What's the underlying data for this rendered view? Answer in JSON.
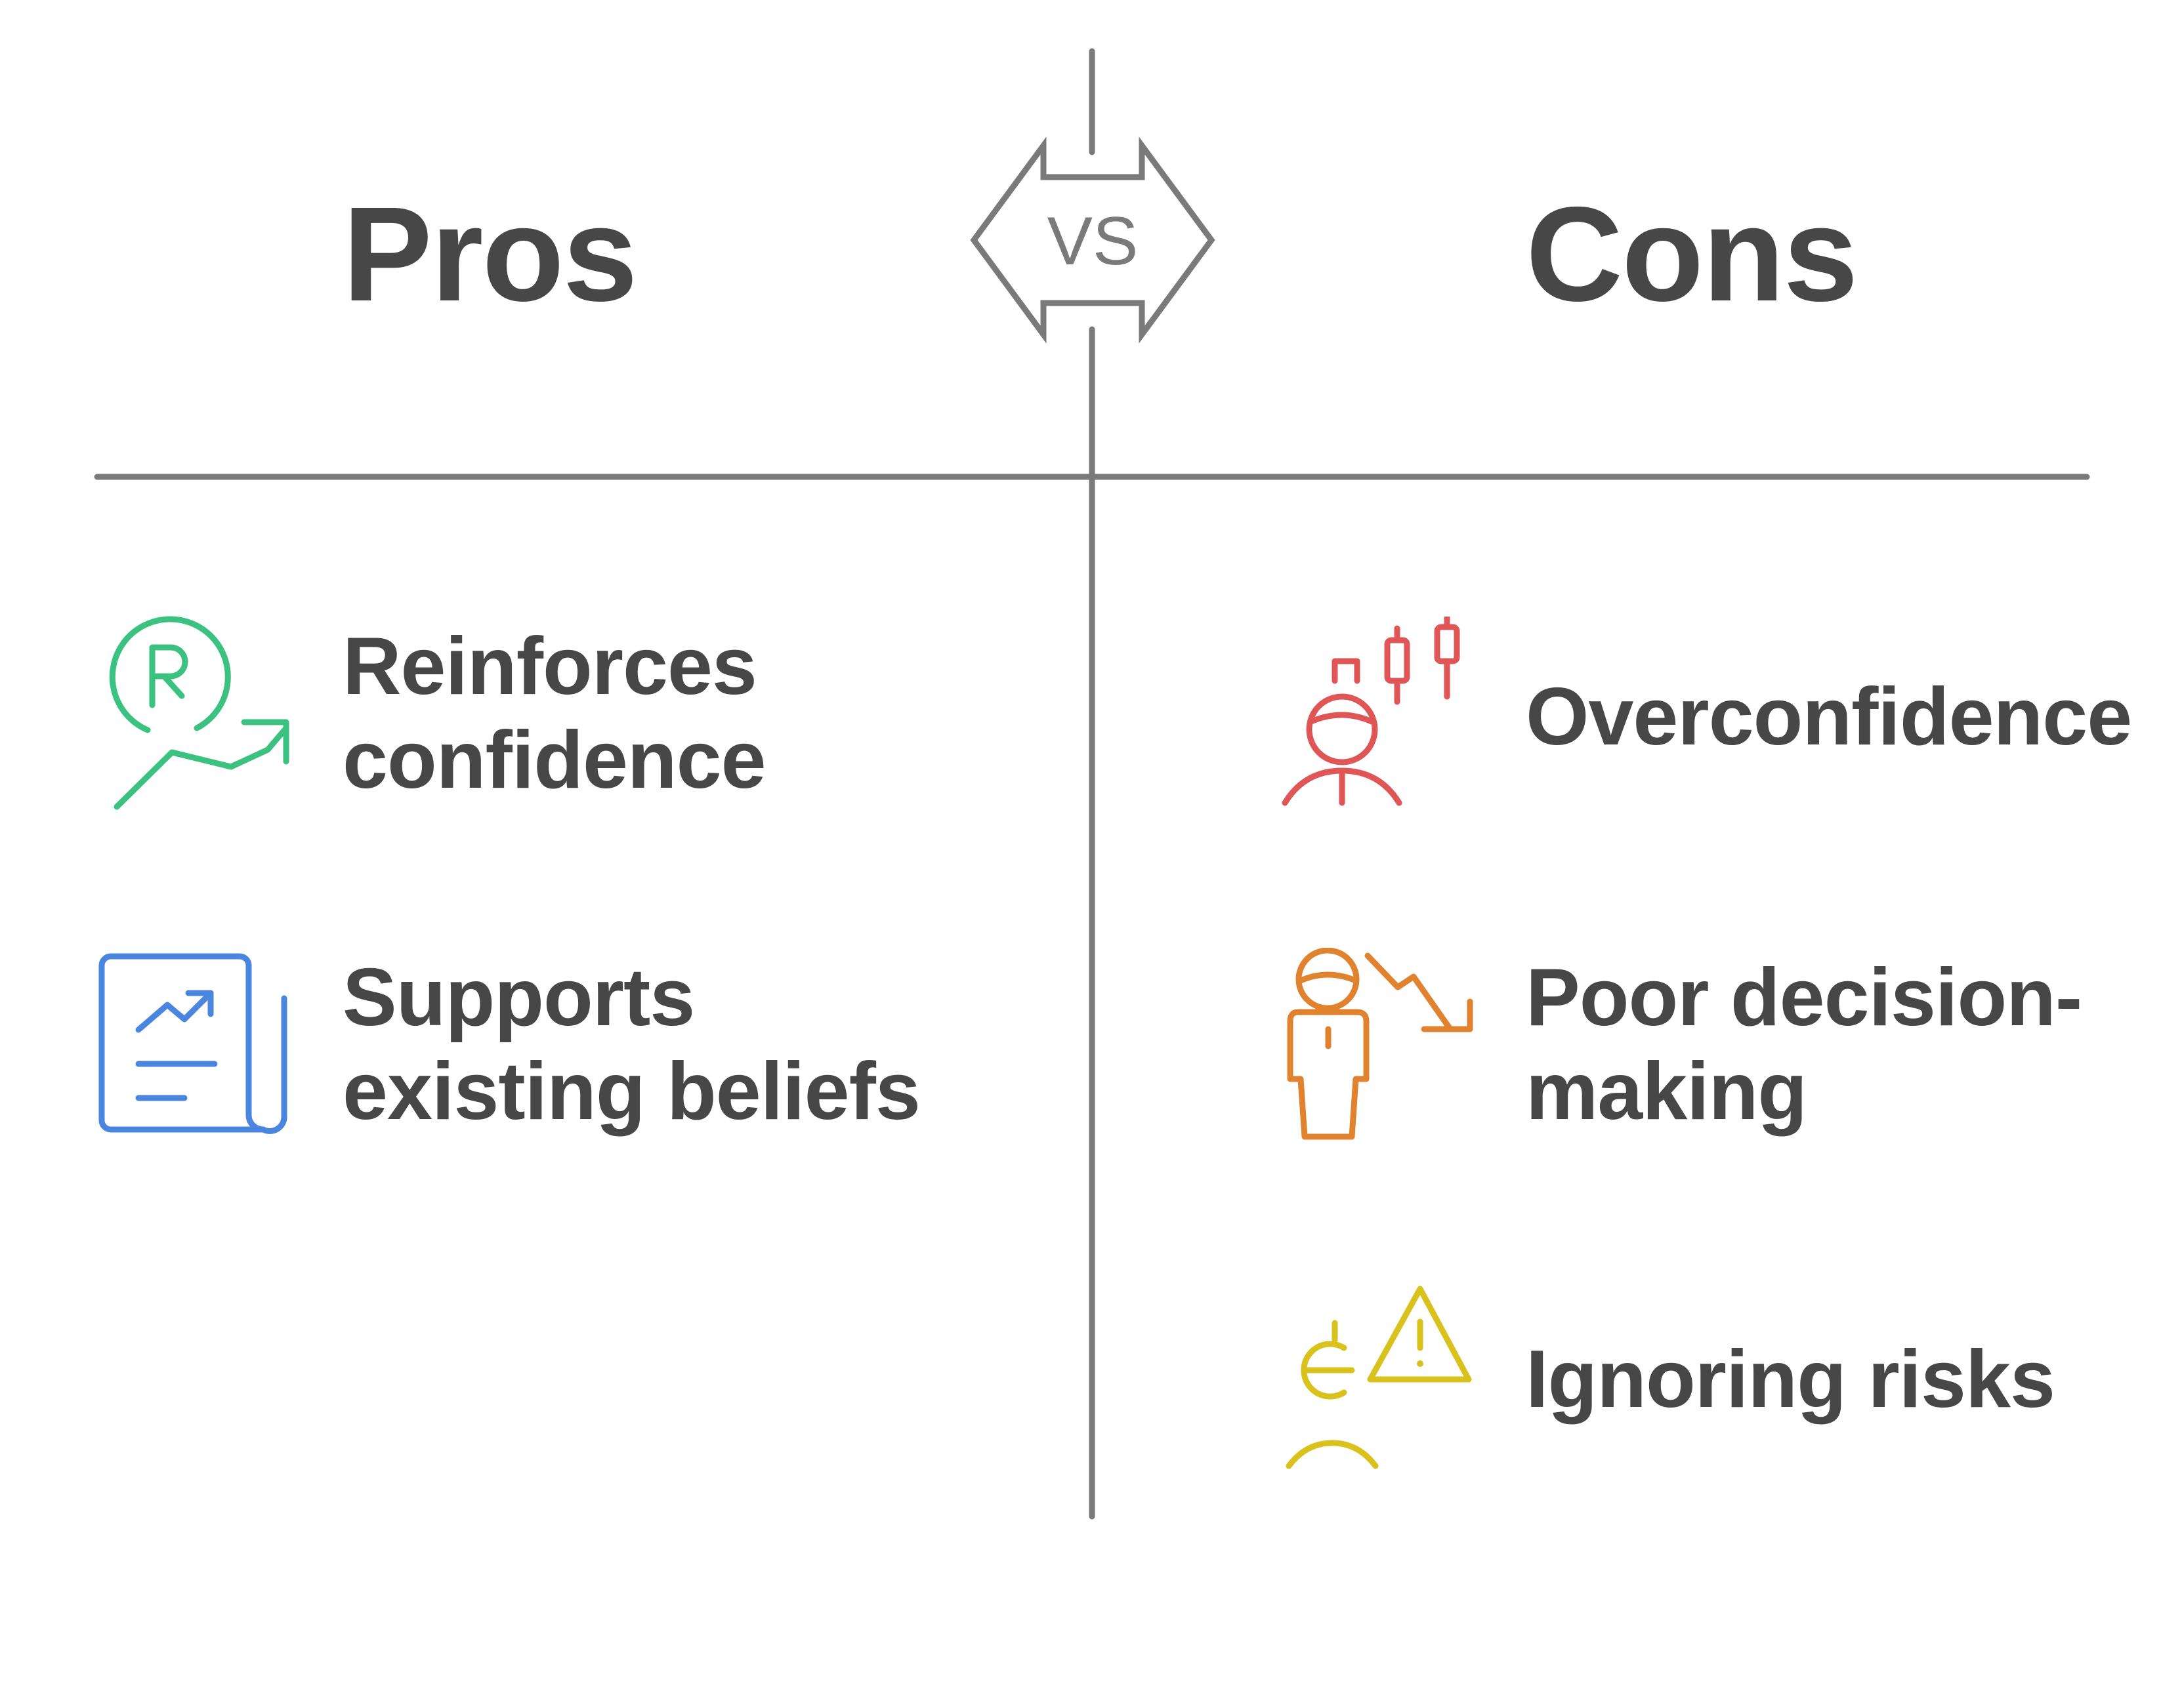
{
  "badge": "VS",
  "pros": {
    "title": "Pros",
    "items": [
      {
        "lines": [
          "Reinforces",
          "confidence"
        ],
        "icon": "r-badge-trend-up-icon",
        "color": "#3cc280"
      },
      {
        "lines": [
          "Supports",
          "existing beliefs"
        ],
        "icon": "document-chart-icon",
        "color": "#4a86e0"
      }
    ]
  },
  "cons": {
    "title": "Cons",
    "items": [
      {
        "lines": [
          "Overconfidence"
        ],
        "icon": "person-candlestick-icon",
        "color": "#e05555"
      },
      {
        "lines": [
          "Poor decision-",
          "making"
        ],
        "icon": "person-trend-down-icon",
        "color": "#e0822e"
      },
      {
        "lines": [
          "Ignoring risks"
        ],
        "icon": "person-warning-icon",
        "color": "#d9c21c"
      }
    ]
  },
  "colors": {
    "text": "#474747",
    "lines": "#7a7a7a"
  }
}
